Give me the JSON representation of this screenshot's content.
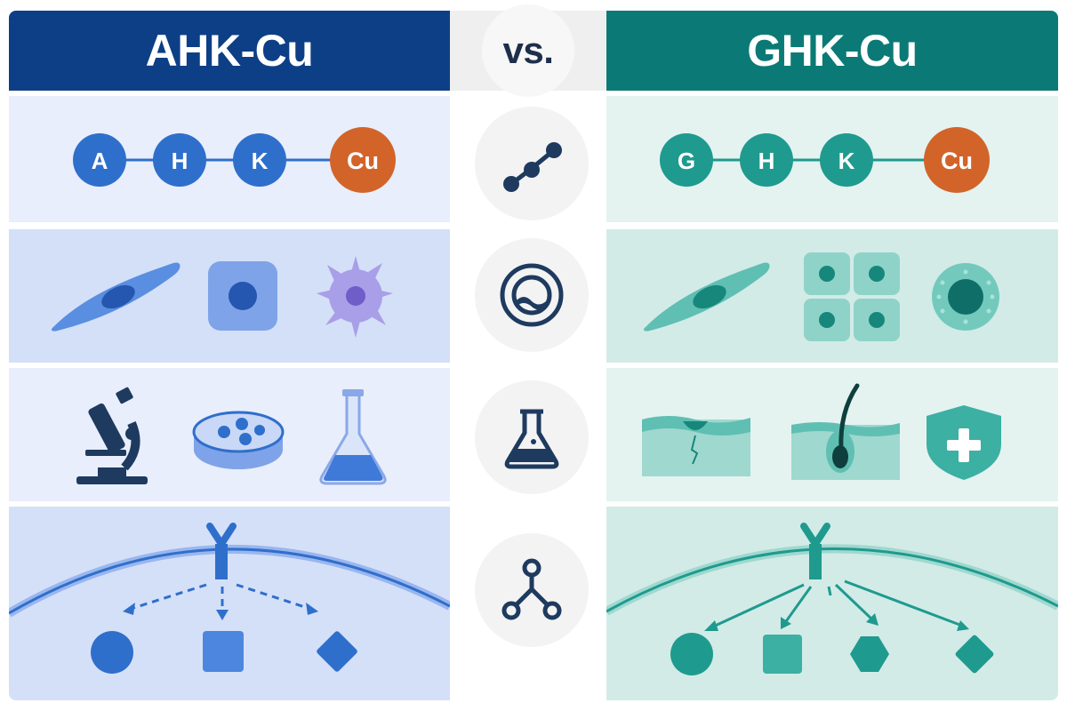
{
  "left": {
    "title": "AHK-Cu",
    "chain": [
      "A",
      "H",
      "K",
      "Cu"
    ]
  },
  "right": {
    "title": "GHK-Cu",
    "chain": [
      "G",
      "H",
      "K",
      "Cu"
    ]
  },
  "middle": {
    "vs_label": "vs."
  },
  "colors": {
    "left_header": "#0d3f86",
    "right_header": "#0b7a76",
    "left_node": "#2f6fcc",
    "right_node": "#1f9a8e",
    "copper": "#d2642a",
    "left_panel_light": "#e8eefc",
    "left_panel_dark": "#d4e0f8",
    "right_panel_light": "#e4f3f0",
    "right_panel_dark": "#d2ebe7",
    "center_icon": "#1e3a5f"
  },
  "rows": [
    {
      "left_icons": [
        "amino-acid-chain"
      ],
      "center_icon": "molecule-chain-icon",
      "right_icons": [
        "amino-acid-chain"
      ]
    },
    {
      "left_icons": [
        "fibroblast-cell-icon",
        "square-cell-icon",
        "dendritic-cell-icon"
      ],
      "center_icon": "target-cell-icon",
      "right_icons": [
        "fibroblast-cell-icon",
        "keratinocyte-cluster-icon",
        "stem-cell-icon"
      ]
    },
    {
      "left_icons": [
        "microscope-icon",
        "petri-dish-icon",
        "flask-icon"
      ],
      "center_icon": "flask-icon",
      "right_icons": [
        "skin-wound-icon",
        "hair-follicle-icon",
        "shield-plus-icon"
      ]
    },
    {
      "left_icons": [
        "receptor-icon",
        "circle-target-icon",
        "square-target-icon",
        "diamond-target-icon"
      ],
      "center_icon": "pathway-branch-icon",
      "right_icons": [
        "receptor-icon",
        "circle-target-icon",
        "square-target-icon",
        "hexagon-target-icon",
        "diamond-target-icon"
      ]
    }
  ]
}
